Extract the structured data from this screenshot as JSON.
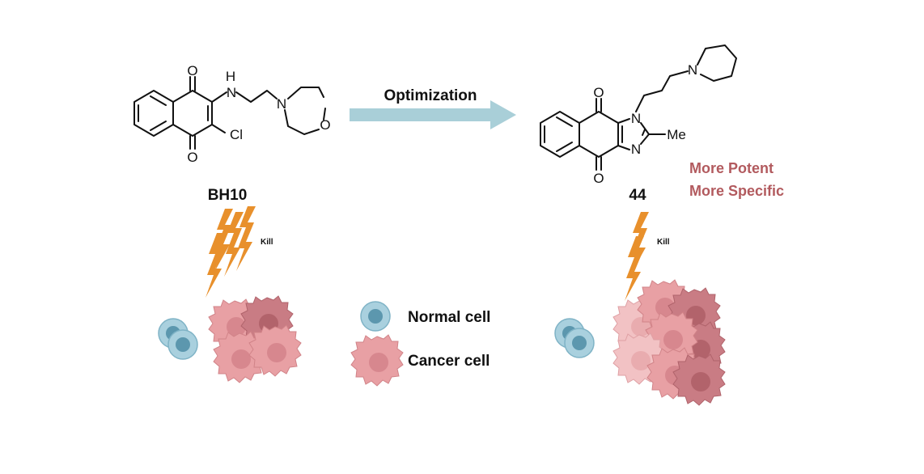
{
  "compounds": [
    {
      "id": "BH10",
      "label": "BH10"
    },
    {
      "id": "44",
      "label": "44"
    }
  ],
  "arrow": {
    "label": "Optimization"
  },
  "atoms": {
    "bh10": {
      "o_top": "O",
      "o_bottom": "O",
      "nh_h": "H",
      "nh_n": "N",
      "n_morph": "N",
      "o_morph": "O",
      "cl": "Cl"
    },
    "c44": {
      "o_top": "O",
      "o_bottom": "O",
      "n1": "N",
      "n3": "N",
      "me": "Me",
      "n_pip": "N"
    }
  },
  "benefits": [
    "More Potent",
    "More Specific"
  ],
  "kill_label": "Kill",
  "legend": {
    "normal": "Normal cell",
    "cancer": "Cancer cell"
  },
  "colors": {
    "arrow": "#a9cfd8",
    "bolt": "#e8902c",
    "normal_cell": "#9fc9d9",
    "cancer_cell": "#e8a0a4",
    "cancer_dark": "#c9737c",
    "benefit_text": "#b25a5e"
  }
}
